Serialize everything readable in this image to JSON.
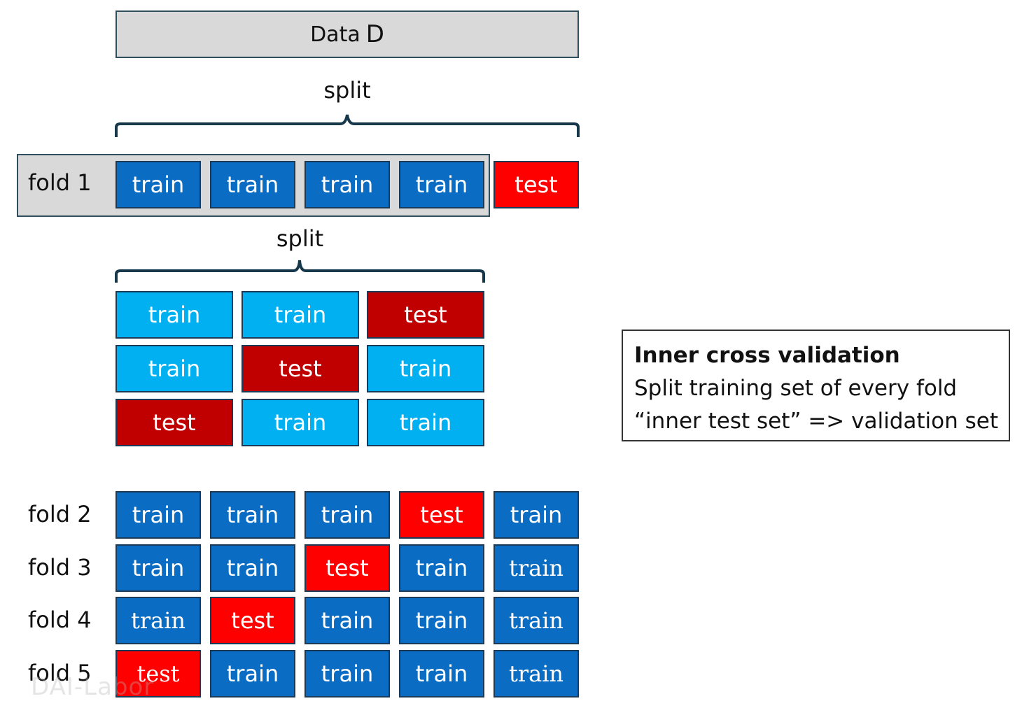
{
  "data": {
    "label": "Data",
    "symbol": "D"
  },
  "split_top": "split",
  "split_inner": "split",
  "fold1": {
    "label": "fold 1",
    "cells": [
      "train",
      "train",
      "train",
      "train",
      "test"
    ]
  },
  "inner_grid": [
    [
      "train",
      "train",
      "test"
    ],
    [
      "train",
      "test",
      "train"
    ],
    [
      "test",
      "train",
      "train"
    ]
  ],
  "folds": [
    {
      "label": "fold 2",
      "cells": [
        "train",
        "train",
        "train",
        "test",
        "train"
      ]
    },
    {
      "label": "fold 3",
      "cells": [
        "train",
        "train",
        "test",
        "train",
        "train"
      ]
    },
    {
      "label": "fold 4",
      "cells": [
        "train",
        "test",
        "train",
        "train",
        "train"
      ]
    },
    {
      "label": "fold 5",
      "cells": [
        "test",
        "train",
        "train",
        "train",
        "train"
      ]
    }
  ],
  "info": {
    "title": "Inner cross validation",
    "line1": "Split training set of every fold",
    "line2": "“inner test set” => validation set"
  },
  "watermark": "DAI-Labor",
  "colors": {
    "train": "#0a6cc2",
    "test": "#ff0000",
    "inner_train": "#00b0f0",
    "inner_test": "#c00000"
  }
}
